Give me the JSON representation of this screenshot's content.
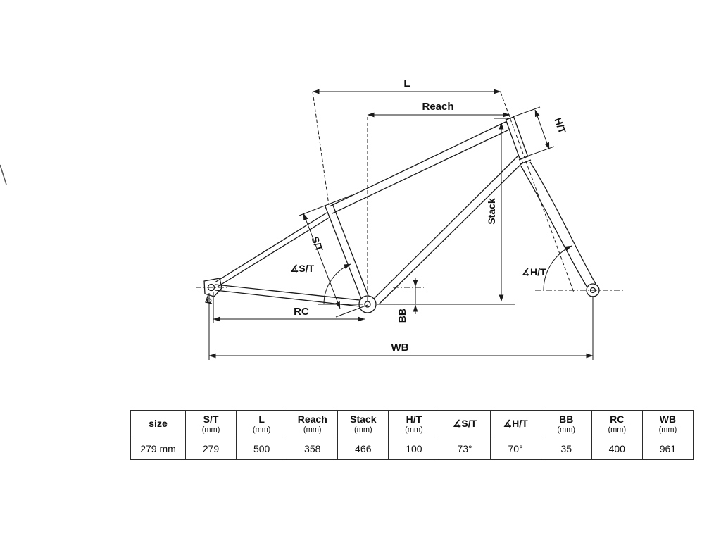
{
  "diagram": {
    "labels": {
      "l": "L",
      "reach": "Reach",
      "ht": "H/T",
      "stack": "Stack",
      "st": "S/T",
      "angle_st": "∡S/T",
      "angle_ht": "∡H/T",
      "bb": "BB",
      "rc": "RC",
      "wb": "WB"
    },
    "colors": {
      "line": "#1a1a1a",
      "text": "#111111"
    }
  },
  "table": {
    "columns": [
      {
        "label": "size",
        "unit": ""
      },
      {
        "label": "S/T",
        "unit": "(mm)"
      },
      {
        "label": "L",
        "unit": "(mm)"
      },
      {
        "label": "Reach",
        "unit": "(mm)"
      },
      {
        "label": "Stack",
        "unit": "(mm)"
      },
      {
        "label": "H/T",
        "unit": "(mm)"
      },
      {
        "label": "∡S/T",
        "unit": ""
      },
      {
        "label": "∡H/T",
        "unit": ""
      },
      {
        "label": "BB",
        "unit": "(mm)"
      },
      {
        "label": "RC",
        "unit": "(mm)"
      },
      {
        "label": "WB",
        "unit": "(mm)"
      }
    ],
    "rows": [
      [
        "279 mm",
        "279",
        "500",
        "358",
        "466",
        "100",
        "73°",
        "70°",
        "35",
        "400",
        "961"
      ]
    ]
  }
}
